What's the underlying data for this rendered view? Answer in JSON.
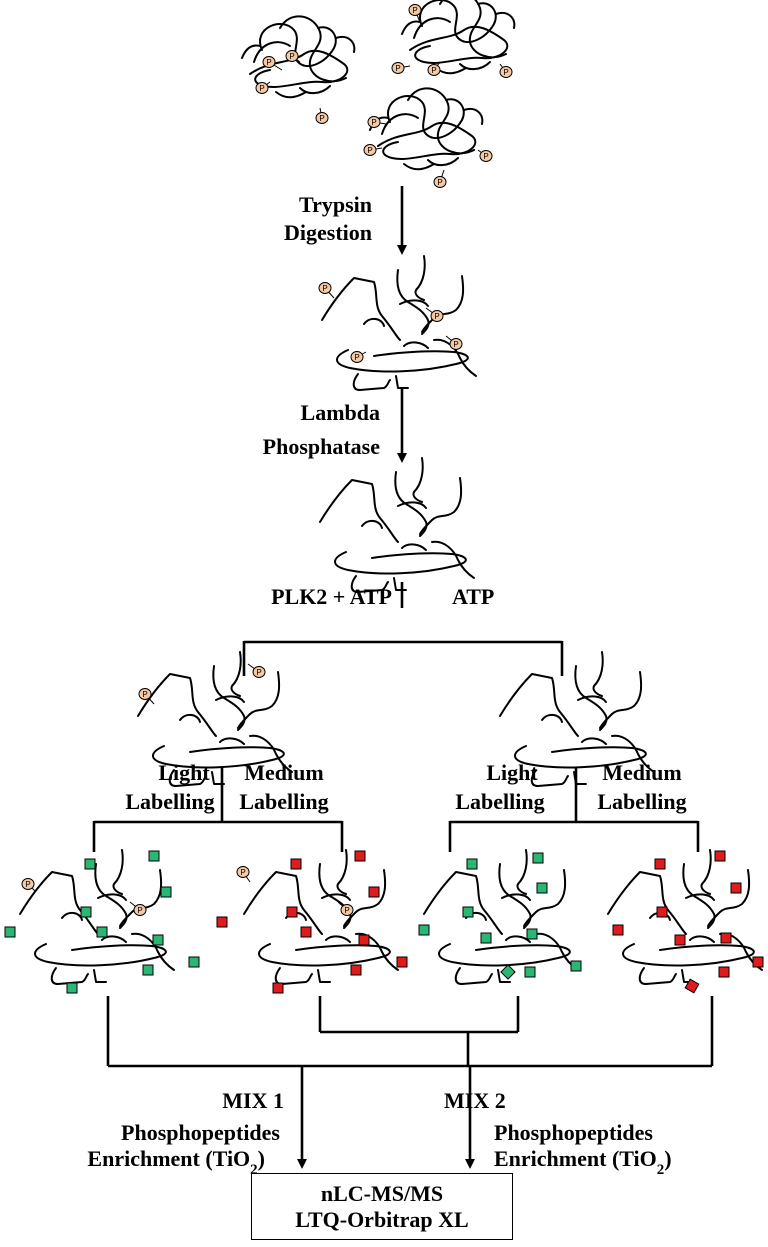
{
  "steps": {
    "trypsin": [
      "Trypsin",
      "Digestion"
    ],
    "lambda": [
      "Lambda",
      "Phosphatase"
    ],
    "branch_left": "PLK2 + ATP",
    "branch_right": "ATP",
    "light_label": [
      "Light",
      "Labelling"
    ],
    "medium_label": [
      "Medium",
      "Labelling"
    ],
    "mix1": "MIX 1",
    "mix2": "MIX 2",
    "enrichment": [
      "Phosphopeptides",
      "Enrichment (TiO",
      "2",
      ")"
    ],
    "instrument": [
      "nLC-MS/MS",
      "LTQ-Orbitrap XL"
    ]
  },
  "phospho_symbol": "P",
  "colors": {
    "phospho_fill": "#f5c9a3",
    "light_tag": "#2bb673",
    "medium_tag": "#e01b1b",
    "line": "#000000"
  }
}
